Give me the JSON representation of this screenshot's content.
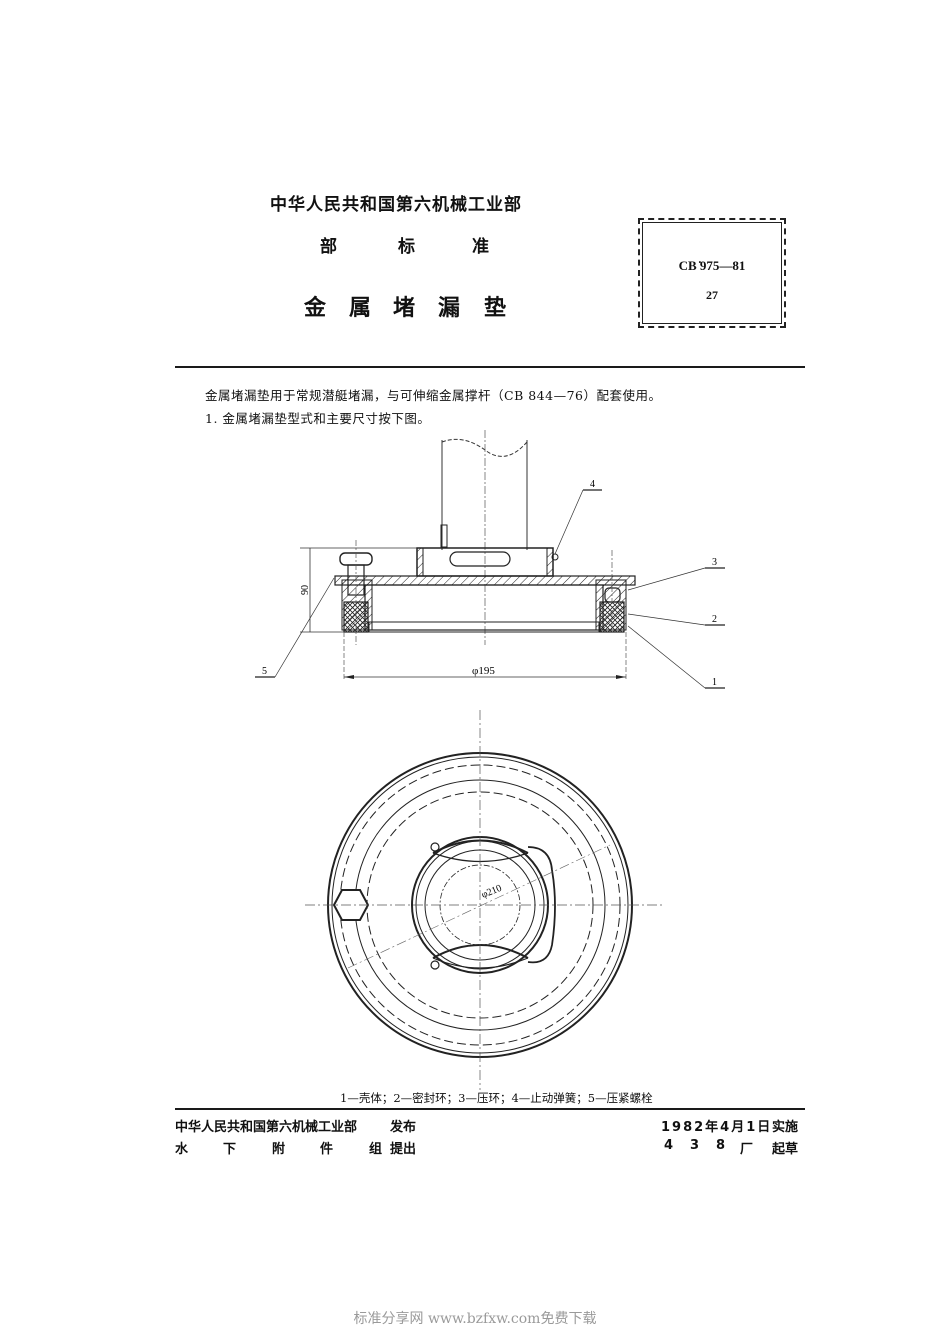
{
  "header": {
    "ministry": "中华人民共和国第六机械工业部",
    "standard_type": [
      "部",
      "标",
      "准"
    ],
    "title": [
      "金",
      "属",
      "堵",
      "漏",
      "垫"
    ]
  },
  "standard_box": {
    "code": "CB ̇975—81",
    "page": "27"
  },
  "body": {
    "intro": "金属堵漏垫用于常规潜艇堵漏，与可伸缩金属撑杆（CB 844—76）配套使用。",
    "clause_1": "1. 金属堵漏垫型式和主要尺寸按下图。"
  },
  "drawing": {
    "section_view": {
      "height_dim": "90",
      "diameter_dim": "φ195",
      "callouts": [
        "1",
        "2",
        "3",
        "4",
        "5"
      ]
    },
    "top_view": {
      "diameter_dim": "φ210"
    },
    "caption": "1—壳体；2—密封环；3—压环；4—止动弹簧；5—压紧螺栓"
  },
  "footer": {
    "issuer": "中华人民共和国第六机械工业部",
    "issue_action": "发布",
    "proposer_chars": [
      "水",
      "下",
      "附",
      "件",
      "组"
    ],
    "proposer_action": "提出",
    "date": "1982年4月1日",
    "date_action": "实施",
    "drafter_chars": [
      "4",
      "3",
      "8",
      "厂"
    ],
    "drafter_action": "起草"
  },
  "watermark": "标准分享网 www.bzfxw.com免费下载"
}
